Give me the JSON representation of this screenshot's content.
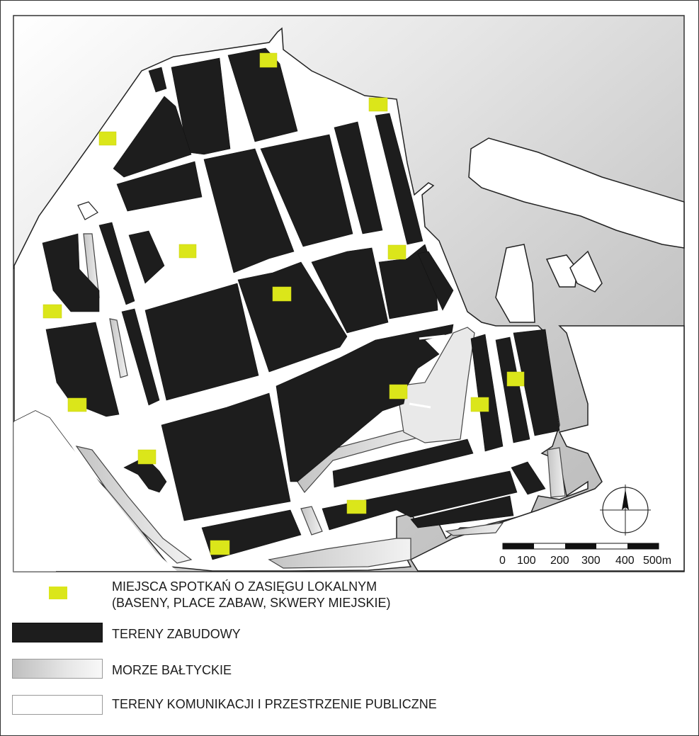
{
  "colors": {
    "built_up": "#1d1d1d",
    "sea_dark": "#b9b9b9",
    "sea_light": "#f7f7f7",
    "meeting_place": "#dbe61a",
    "public_space": "#ffffff"
  },
  "scale_bar": {
    "labels": [
      "0",
      "100",
      "200",
      "300",
      "400",
      "500m"
    ]
  },
  "north_arrow_icon": "compass-rose-icon",
  "legend": {
    "meeting_places_line1": "MIEJSCA SPOTKAŃ O ZASIĘGU LOKALNYM",
    "meeting_places_line2": "(BASENY,  PLACE ZABAW, SKWERY MIEJSKIE)",
    "built_up": "TERENY ZABUDOWY",
    "sea": "MORZE BAŁTYCKIE",
    "public_space": "TERENY KOMUNIKACJI I PRZESTRZENIE PUBLICZNE"
  }
}
